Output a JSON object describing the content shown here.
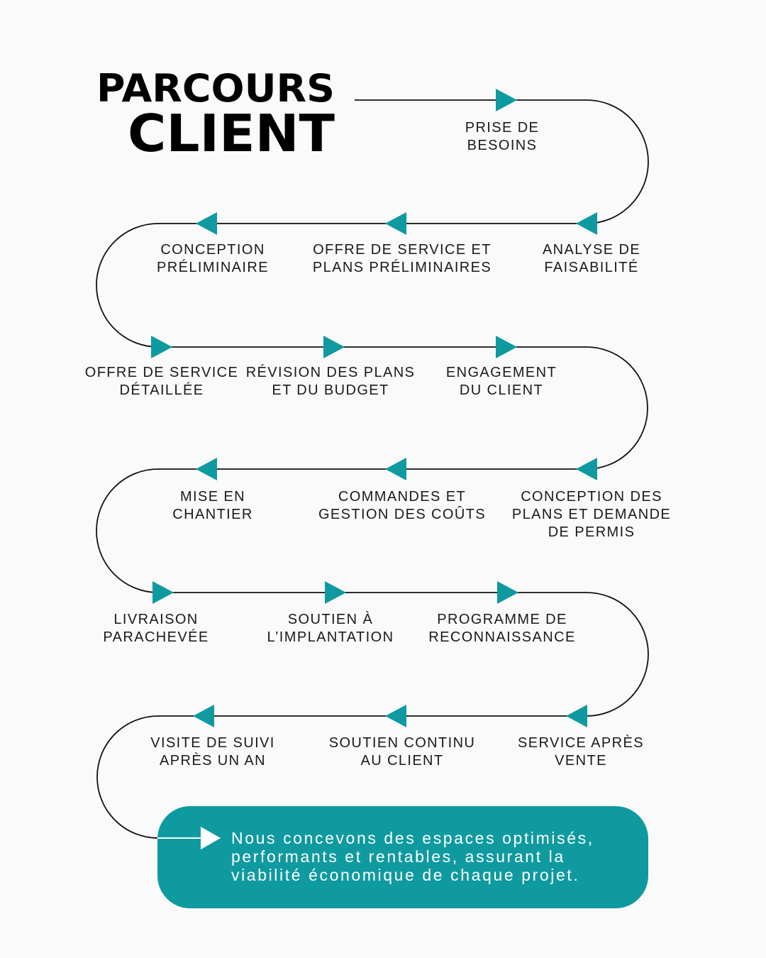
{
  "title": {
    "line1": "PARCOURS",
    "line2": "CLIENT"
  },
  "colors": {
    "accent": "#0f9aa0",
    "line": "#111111",
    "background": "#fafafa",
    "text": "#1a1a1a"
  },
  "steps": [
    {
      "id": "prise-de-besoins",
      "lines": [
        "PRISE DE",
        "BESOINS"
      ]
    },
    {
      "id": "analyse-de-faisabilite",
      "lines": [
        "ANALYSE DE",
        "FAISABILITÉ"
      ]
    },
    {
      "id": "offre-de-service-et-plans-preliminaires",
      "lines": [
        "OFFRE DE SERVICE ET",
        "PLANS PRÉLIMINAIRES"
      ]
    },
    {
      "id": "conception-preliminaire",
      "lines": [
        "CONCEPTION",
        "PRÉLIMINAIRE"
      ]
    },
    {
      "id": "offre-de-service-detaillee",
      "lines": [
        "OFFRE DE SERVICE",
        "DÉTAILLÉE"
      ]
    },
    {
      "id": "revision-des-plans-et-du-budget",
      "lines": [
        "RÉVISION DES PLANS",
        "ET DU BUDGET"
      ]
    },
    {
      "id": "engagement-du-client",
      "lines": [
        "ENGAGEMENT",
        "DU CLIENT"
      ]
    },
    {
      "id": "conception-des-plans-et-demande-de-permis",
      "lines": [
        "CONCEPTION DES",
        "PLANS ET DEMANDE",
        "DE PERMIS"
      ]
    },
    {
      "id": "commandes-et-gestion-des-couts",
      "lines": [
        "COMMANDES ET",
        "GESTION DES COÛTS"
      ]
    },
    {
      "id": "mise-en-chantier",
      "lines": [
        "MISE EN",
        "CHANTIER"
      ]
    },
    {
      "id": "livraison-parachevee",
      "lines": [
        "LIVRAISON",
        "PARACHEVÉE"
      ]
    },
    {
      "id": "soutien-a-l-implantation",
      "lines": [
        "SOUTIEN À",
        "L’IMPLANTATION"
      ]
    },
    {
      "id": "programme-de-reconnaissance",
      "lines": [
        "PROGRAMME DE",
        "RECONNAISSANCE"
      ]
    },
    {
      "id": "service-apres-vente",
      "lines": [
        "SERVICE APRÈS",
        "VENTE"
      ]
    },
    {
      "id": "soutien-continu-au-client",
      "lines": [
        "SOUTIEN CONTINU",
        "AU CLIENT"
      ]
    },
    {
      "id": "visite-de-suivi-apres-un-an",
      "lines": [
        "VISITE DE SUIVI",
        "APRÈS UN AN"
      ]
    }
  ],
  "closing_box": {
    "lines": [
      "Nous concevons des espaces optimisés,",
      "performants et rentables, assurant la",
      "viabilité économique de chaque projet."
    ]
  }
}
